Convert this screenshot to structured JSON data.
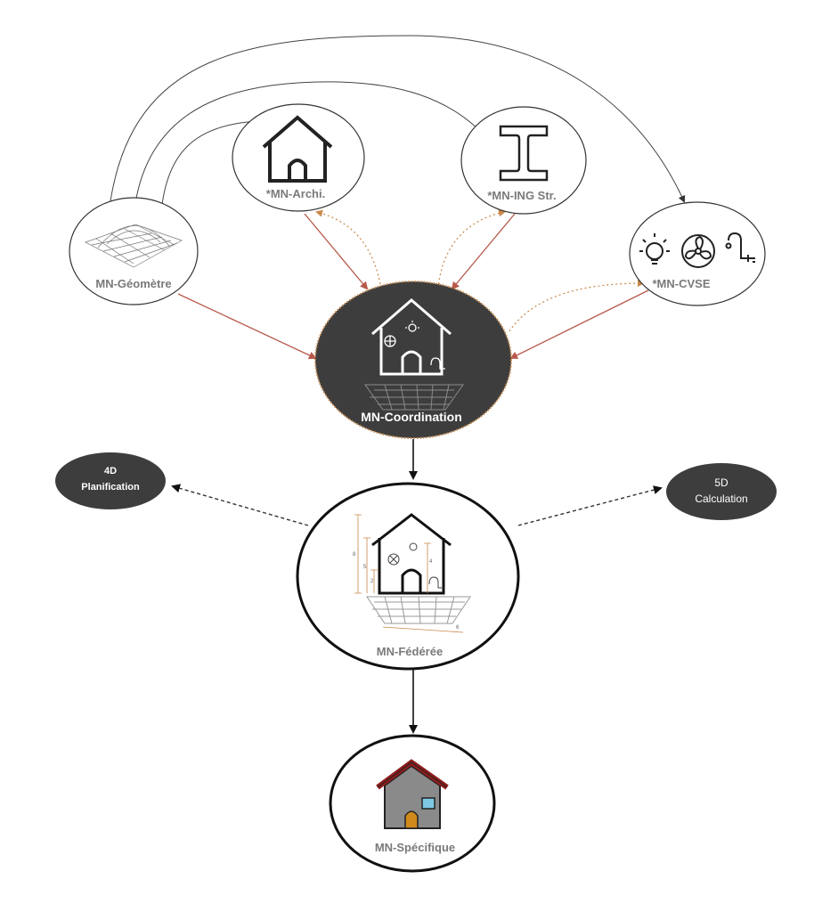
{
  "nodes": {
    "geometre": {
      "label": "MN-Géomètre",
      "icon": "terrain-mesh-icon"
    },
    "archi": {
      "label": "*MN-Archi.",
      "icon": "house-outline-icon"
    },
    "ing_str": {
      "label": "*MN-ING Str.",
      "icon": "steel-i-beam-icon"
    },
    "cvse": {
      "label": "*MN-CVSE",
      "icons": [
        "light-bulb-icon",
        "fan-icon",
        "faucet-icon"
      ]
    },
    "coordination": {
      "label": "MN-Coordination",
      "icon": "house-systems-on-terrain-icon"
    },
    "federee": {
      "label": "MN-Fédérée",
      "icon": "dimensioned-house-icon",
      "dimensions": [
        "8",
        "5",
        "2",
        "4",
        "6"
      ]
    },
    "specifique": {
      "label": "MN-Spécifique",
      "icon": "colored-house-icon"
    },
    "planification": {
      "line1": "4D",
      "line2": "Planification"
    },
    "calculation": {
      "line1": "5D",
      "line2": "Calculation"
    }
  },
  "colors": {
    "dark_node": "#3d3d3d",
    "arrow_red": "#b85a4c",
    "arrow_dotted": "#c8884a",
    "label_gray": "#7a7a7a",
    "roof_red": "#8b1c1c",
    "house_gray": "#8a8a8a",
    "door_orange": "#d08a1c",
    "window_blue": "#7ec8e3"
  }
}
